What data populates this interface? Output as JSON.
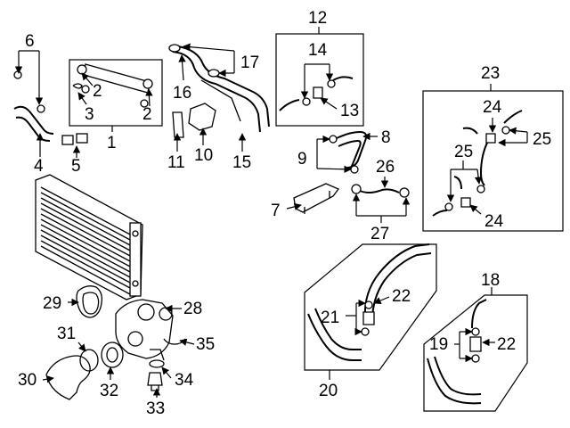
{
  "callouts": {
    "c1": "1",
    "c2a": "2",
    "c2b": "2",
    "c3": "3",
    "c4": "4",
    "c5": "5",
    "c6": "6",
    "c7": "7",
    "c8": "8",
    "c9": "9",
    "c10": "10",
    "c11": "11",
    "c12": "12",
    "c13": "13",
    "c14": "14",
    "c15": "15",
    "c16": "16",
    "c17": "17",
    "c18": "18",
    "c19": "19",
    "c20": "20",
    "c21": "21",
    "c22a": "22",
    "c22b": "22",
    "c23": "23",
    "c24a": "24",
    "c24b": "24",
    "c25a": "25",
    "c25b": "25",
    "c26": "26",
    "c27": "27",
    "c28": "28",
    "c29": "29",
    "c30": "30",
    "c31": "31",
    "c32": "32",
    "c33": "33",
    "c34": "34",
    "c35": "35"
  }
}
